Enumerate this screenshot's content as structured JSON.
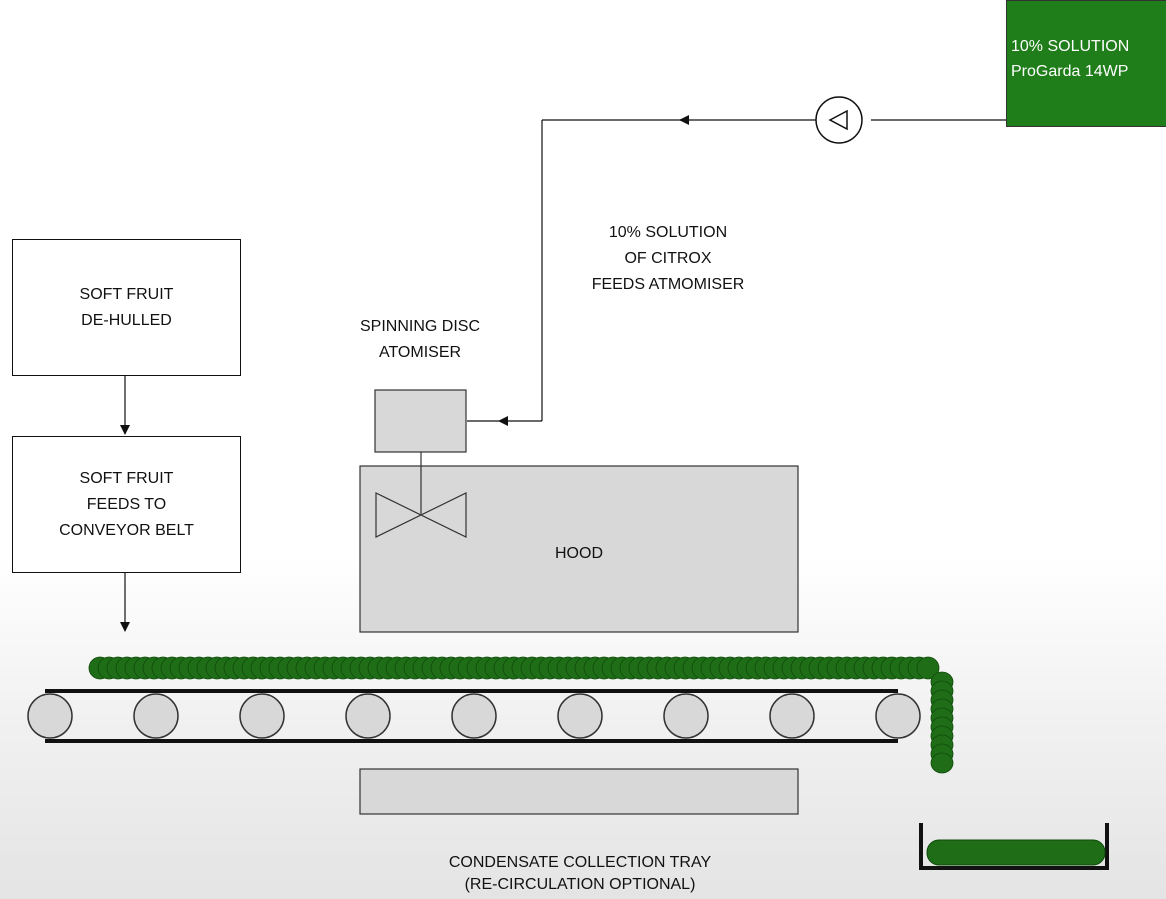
{
  "tank_label": "10% SOLUTION\nProGarda 14WP",
  "feed_label": "10% SOLUTION\nOF CITROX\nFEEDS ATMOMISER",
  "atomiser_label": "SPINNING DISC\nATOMISER",
  "step1_label": "SOFT FRUIT\nDE-HULLED",
  "step2_label": "SOFT FRUIT\nFEEDS TO\nCONVEYOR BELT",
  "hood_label": "HOOD",
  "tray_label": "CONDENSATE COLLECTION TRAY\n(RE-CIRCULATION OPTIONAL)",
  "colors": {
    "tank": "#1f7d1a",
    "fruit": "#1f6e17",
    "equipment": "#d8d8d8"
  },
  "icons": {
    "pump": "pump-icon",
    "valve": "valve-icon"
  }
}
